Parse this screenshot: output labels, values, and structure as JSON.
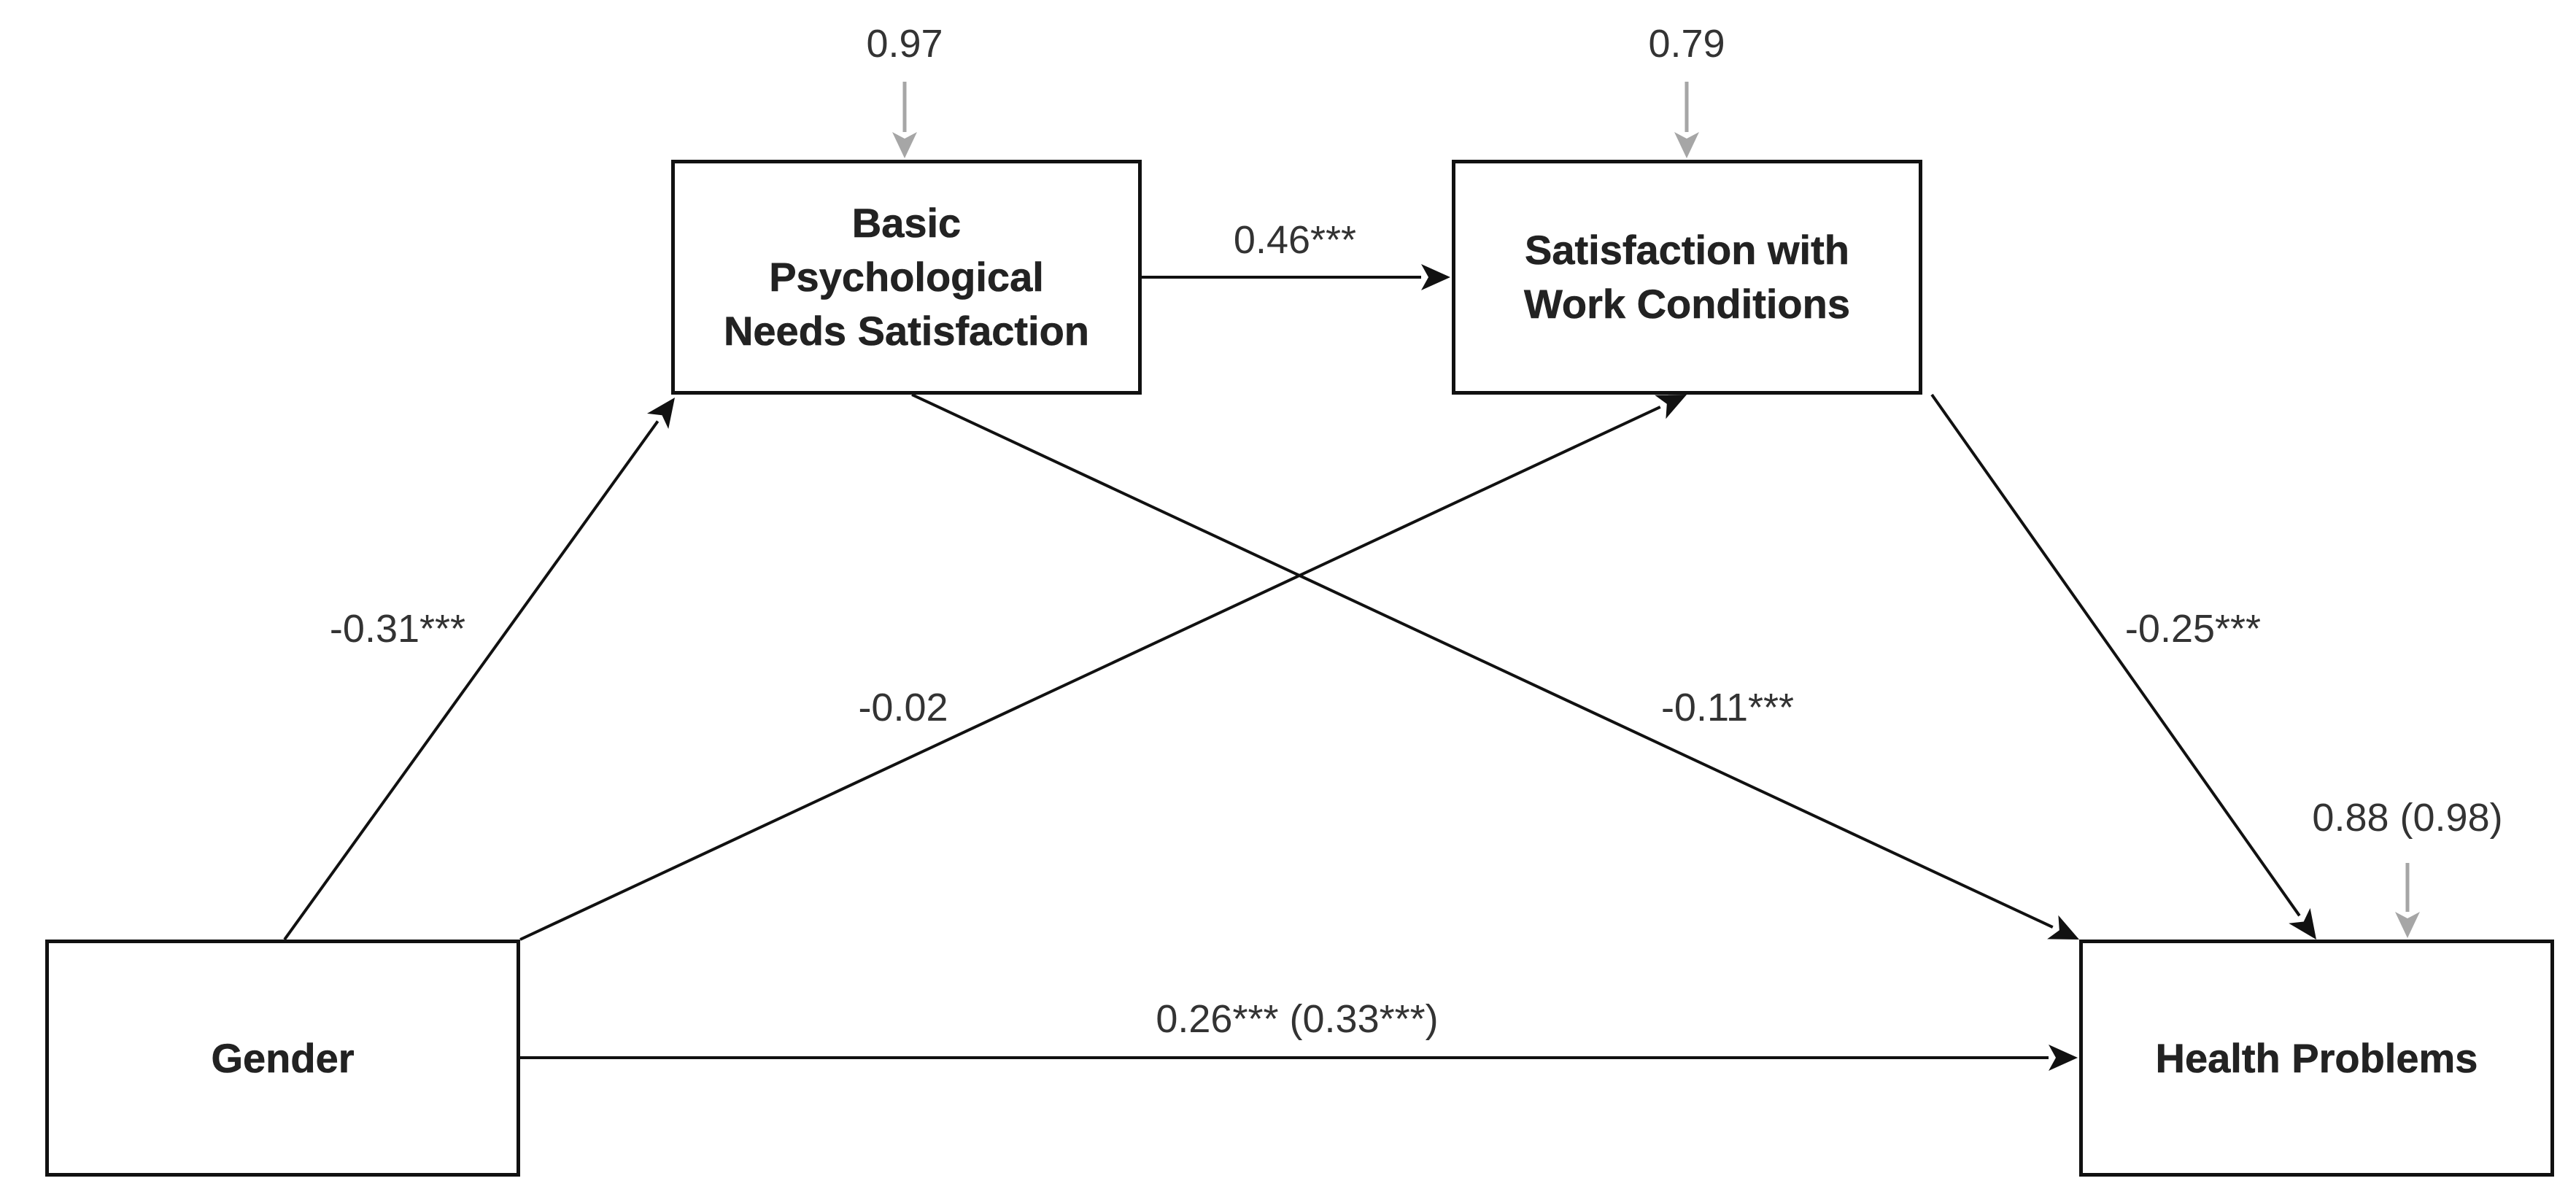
{
  "colors": {
    "path_arrow": "#111111",
    "error_arrow": "#a6a6a6",
    "box_border": "#111111",
    "text": "#222222"
  },
  "nodes": {
    "bpns": "Basic\nPsychological\nNeeds Satisfaction",
    "swc": "Satisfaction with\nWork Conditions",
    "gender": "Gender",
    "health": "Health Problems"
  },
  "paths": {
    "bpns_to_swc": "0.46***",
    "gender_to_bpns": "-0.31***",
    "gender_to_swc": "-0.02",
    "bpns_to_health": "-0.11***",
    "swc_to_health": "-0.25***",
    "gender_to_health": "0.26*** (0.33***)"
  },
  "residuals": {
    "bpns": "0.97",
    "swc": "0.79",
    "health": "0.88 (0.98)"
  }
}
